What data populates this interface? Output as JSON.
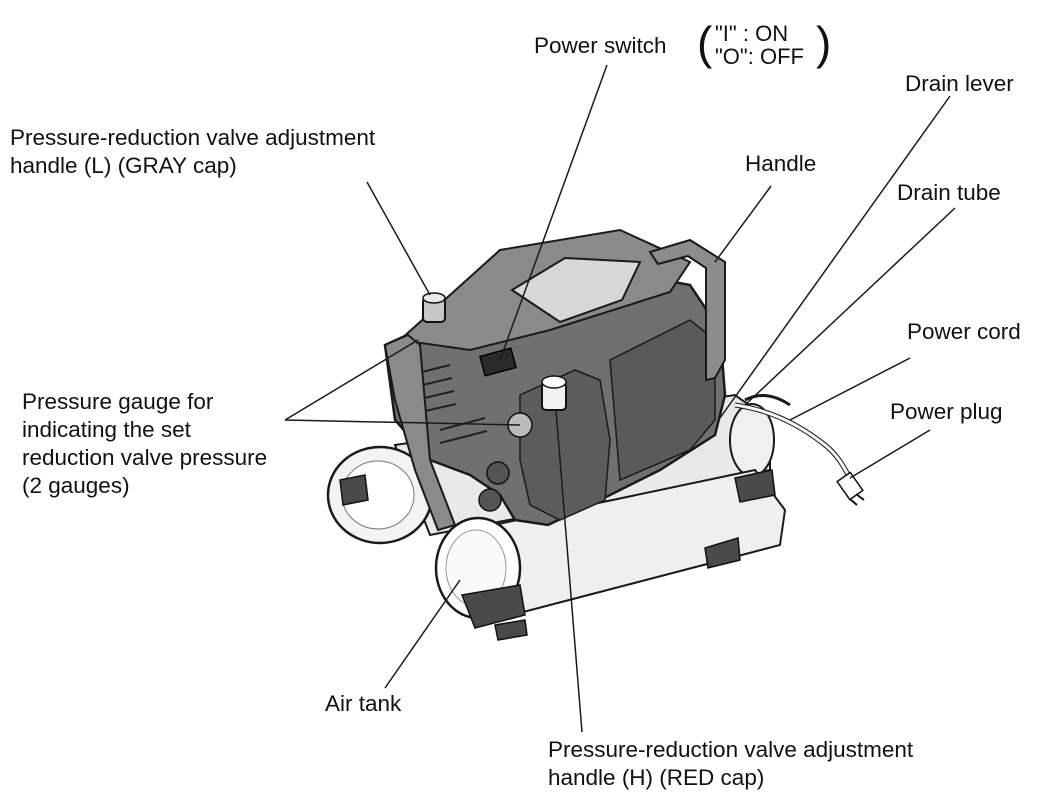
{
  "colors": {
    "body": "#6e6e6e",
    "body_dark": "#3c3c3c",
    "tank": "#ffffff",
    "outline": "#1a1a1a"
  },
  "labels": {
    "power_switch": "Power switch",
    "power_switch_on_key": "\"I\"",
    "power_switch_on": ": ON",
    "power_switch_off_key": "\"O\"",
    "power_switch_off": ": OFF",
    "drain_lever": "Drain lever",
    "handle": "Handle",
    "drain_tube": "Drain tube",
    "power_cord": "Power cord",
    "power_plug": "Power plug",
    "valve_l_line1": "Pressure-reduction valve adjustment",
    "valve_l_line2": "handle (L) (GRAY cap)",
    "gauge_line1": "Pressure gauge for",
    "gauge_line2": "indicating the set",
    "gauge_line3": "reduction valve pressure",
    "gauge_line4": "(2 gauges)",
    "air_tank": "Air tank",
    "valve_h_line1": "Pressure-reduction valve adjustment",
    "valve_h_line2": "handle (H) (RED cap)"
  }
}
